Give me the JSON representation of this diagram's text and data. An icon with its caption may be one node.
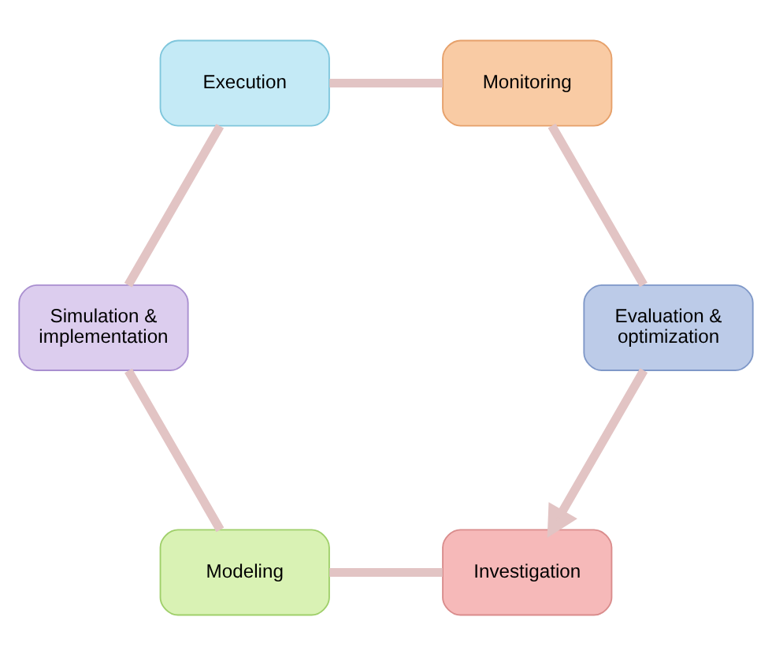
{
  "diagram": {
    "nodes": [
      {
        "text": [
          "Investigation"
        ]
      },
      {
        "text": [
          "Modeling"
        ]
      },
      {
        "text": [
          "Simulation & implementation"
        ]
      },
      {
        "text": [
          "Execution"
        ]
      },
      {
        "text": [
          "Monitoring"
        ]
      },
      {
        "text": [
          "Evaluation & optimization"
        ]
      }
    ],
    "edges": [
      {
        "from": 0,
        "to": 1,
        "arrow": "none"
      },
      {
        "from": 1,
        "to": 2,
        "arrow": "none"
      },
      {
        "from": 2,
        "to": 3,
        "arrow": "none"
      },
      {
        "from": 3,
        "to": 4,
        "arrow": "none"
      },
      {
        "from": 4,
        "to": 5,
        "arrow": "none"
      },
      {
        "from": 5,
        "to": 0,
        "arrow": "to"
      }
    ]
  }
}
